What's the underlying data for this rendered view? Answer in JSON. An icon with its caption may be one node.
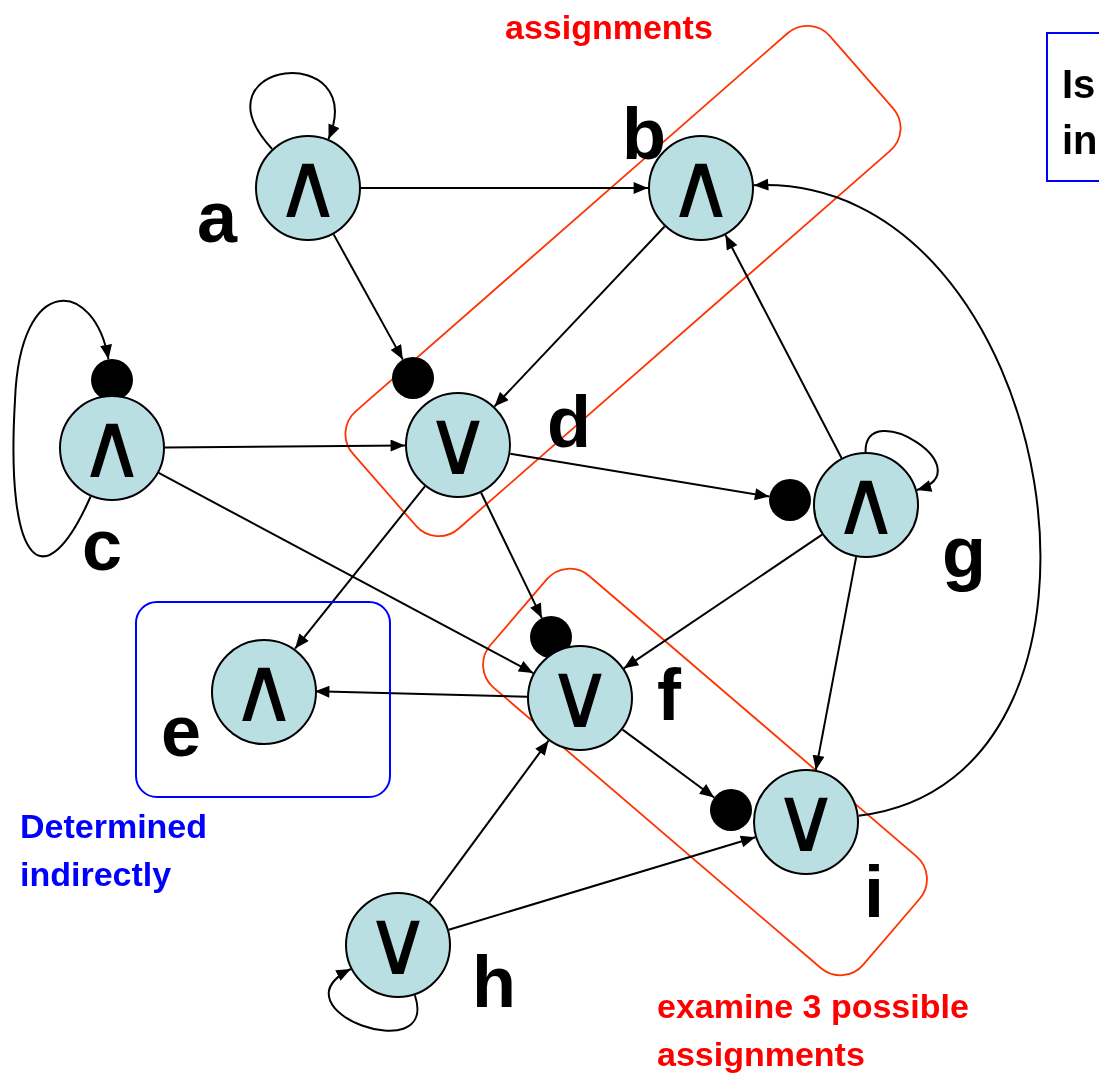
{
  "diagram": {
    "nodes": [
      {
        "text": [
          "∧"
        ],
        "beside": [
          "a"
        ]
      },
      {
        "text": [
          "∧"
        ],
        "beside": [
          "b"
        ]
      },
      {
        "text": [
          "Is in"
        ]
      },
      {
        "text": [],
        "shape": "circle"
      },
      {
        "text": [],
        "shape": "circle"
      },
      {
        "text": [
          "∧"
        ],
        "beside": [
          "c"
        ]
      },
      {
        "text": [
          "∨"
        ],
        "beside": [
          "d"
        ]
      },
      {
        "text": [],
        "shape": "circle"
      },
      {
        "text": [
          "∧"
        ],
        "beside": [
          "g"
        ]
      },
      {
        "text": [
          "Determined indirectly"
        ]
      },
      {
        "text": [
          "∧"
        ],
        "beside": [
          "e"
        ],
        "in": 9
      },
      {
        "text": [],
        "shape": "circle"
      },
      {
        "text": [
          "∨"
        ],
        "beside": [
          "f"
        ]
      },
      {
        "text": [],
        "shape": "circle"
      },
      {
        "text": [
          "∨"
        ],
        "beside": [
          "i"
        ]
      },
      {
        "text": [
          "∨"
        ],
        "beside": [
          "h"
        ]
      }
    ],
    "edges": [
      {
        "from": 0,
        "to": 0,
        "arrow": "to"
      },
      {
        "from": 0,
        "to": 1,
        "arrow": "to"
      },
      {
        "from": 0,
        "to": 4,
        "arrow": "to"
      },
      {
        "from": 5,
        "to": 3,
        "arrow": "to"
      },
      {
        "from": 5,
        "to": 6,
        "arrow": "to"
      },
      {
        "from": 5,
        "to": 12,
        "arrow": "to"
      },
      {
        "from": 1,
        "to": 6,
        "arrow": "to"
      },
      {
        "from": 6,
        "to": 7,
        "arrow": "to"
      },
      {
        "from": 6,
        "to": 10,
        "arrow": "to"
      },
      {
        "from": 6,
        "to": 11,
        "arrow": "to"
      },
      {
        "from": 8,
        "to": 1,
        "arrow": "to"
      },
      {
        "from": 8,
        "to": 8,
        "arrow": "to"
      },
      {
        "from": 8,
        "to": 12,
        "arrow": "to"
      },
      {
        "from": 8,
        "to": 14,
        "arrow": "to"
      },
      {
        "from": 12,
        "to": 10,
        "arrow": "to"
      },
      {
        "from": 12,
        "to": 13,
        "arrow": "to"
      },
      {
        "from": 14,
        "to": 1,
        "arrow": "to"
      },
      {
        "from": 15,
        "to": 12,
        "arrow": "to"
      },
      {
        "from": 15,
        "to": 14,
        "arrow": "to"
      },
      {
        "from": 15,
        "to": 15,
        "arrow": "to"
      }
    ],
    "labels": [
      "assignments",
      "examine 3 possible assignments"
    ]
  }
}
